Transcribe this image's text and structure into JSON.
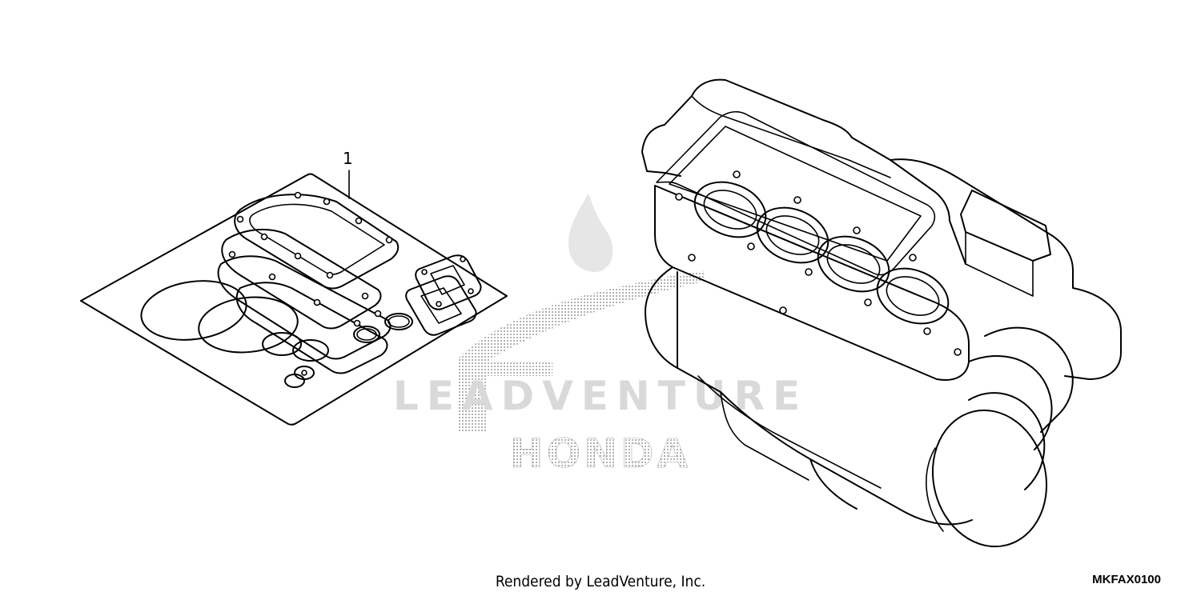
{
  "diagram": {
    "callout_number": "1",
    "footer_credit": "Rendered by LeadVenture, Inc.",
    "reference_code": "MKFAX0100",
    "watermark": {
      "brand": "HONDA",
      "text": "LEADVENTURE"
    }
  }
}
